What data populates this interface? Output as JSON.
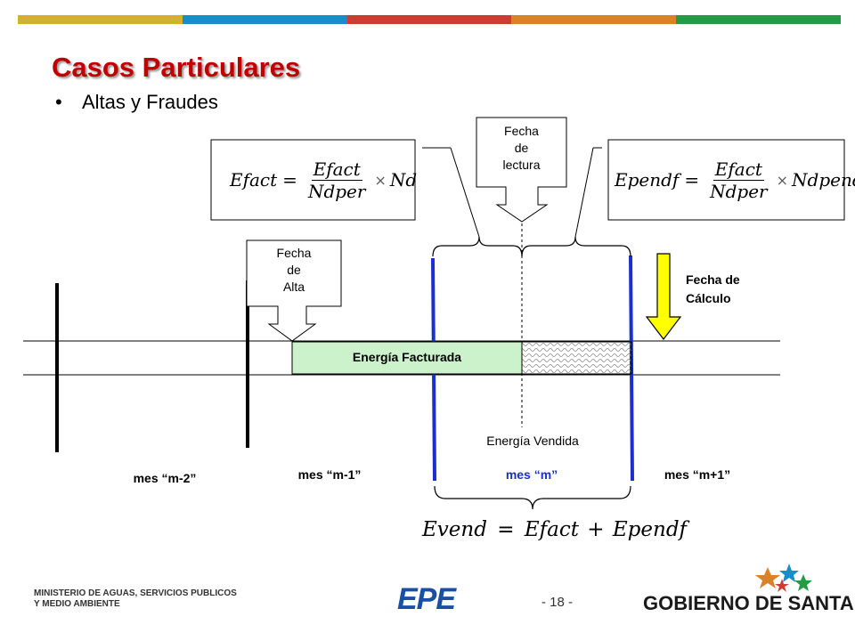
{
  "header": {
    "title": "Casos Particulares",
    "bullet": "Altas y Fraudes",
    "bar_colors": [
      "#d4b12a",
      "#1a8cc8",
      "#cf3a33",
      "#d8822b",
      "#279a45"
    ]
  },
  "callouts": {
    "lectura": [
      "Fecha",
      "de",
      "lectura"
    ],
    "alta": [
      "Fecha",
      "de",
      "Alta"
    ],
    "calculo": [
      "Fecha de",
      "Cálculo"
    ]
  },
  "formulas": {
    "efact": {
      "lhs": "Efact",
      "num": "Efact",
      "den": "Ndper",
      "tail": "Nd"
    },
    "ependf": {
      "lhs": "Ependf",
      "num": "Efact",
      "den": "Ndper",
      "tail": "Ndpend"
    },
    "evend": {
      "lhs": "Evend",
      "rhs1": "Efact",
      "rhs2": "Ependf"
    }
  },
  "bars": {
    "facturada": "Energía Facturada",
    "vendida": "Energía Vendida"
  },
  "months": {
    "m2": "mes “m-2”",
    "m1": "mes “m-1”",
    "m": "mes “m”",
    "m_plus": "mes “m+1”"
  },
  "footer": {
    "ministry": [
      "MINISTERIO DE AGUAS, SERVICIOS PUBLICOS",
      "Y MEDIO AMBIENTE"
    ],
    "epe": "EPE",
    "page": "- 18 -",
    "gobierno": "GOBIERNO DE SANTA FE"
  }
}
